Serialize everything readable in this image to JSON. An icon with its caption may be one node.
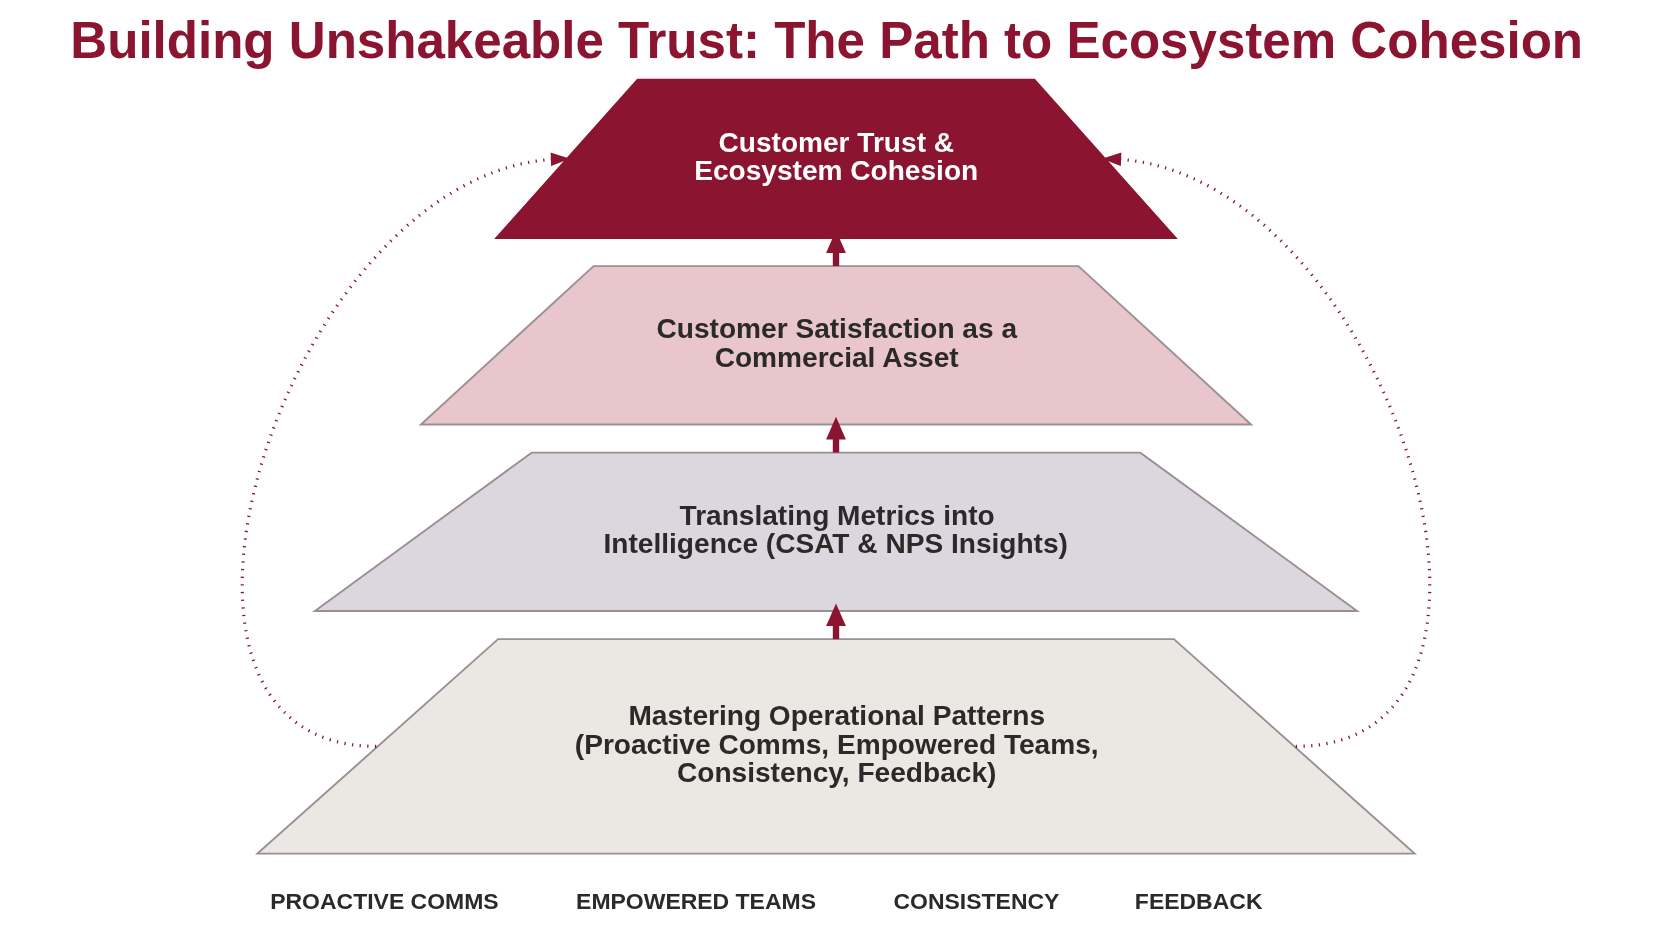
{
  "diagram": {
    "title": "Building Unshakeable Trust: The Path to Ecosystem Cohesion",
    "nodes": [
      {
        "text": [
          "Customer Trust & Ecosystem Cohesion"
        ]
      },
      {
        "text": [
          "Customer Satisfaction as a Commercial Asset"
        ]
      },
      {
        "text": [
          "Translating Metrics into Intelligence (CSAT & NPS Insights)"
        ]
      },
      {
        "text": [
          "Mastering Operational Patterns (Proactive Comms, Empowered Teams, Consistency, Feedback)"
        ]
      }
    ],
    "edges": [
      {
        "from": 3,
        "to": 2,
        "arrow": "to"
      },
      {
        "from": 2,
        "to": 1,
        "arrow": "to"
      },
      {
        "from": 1,
        "to": 0,
        "arrow": "to"
      },
      {
        "from": 3,
        "to": 0,
        "arrow": "to",
        "style": "dashed"
      },
      {
        "from": 3,
        "to": 0,
        "arrow": "to",
        "style": "dashed"
      }
    ],
    "labels": [
      "PROACTIVE COMMS",
      "EMPOWERED TEAMS",
      "CONSISTENCY",
      "FEEDBACK"
    ]
  }
}
